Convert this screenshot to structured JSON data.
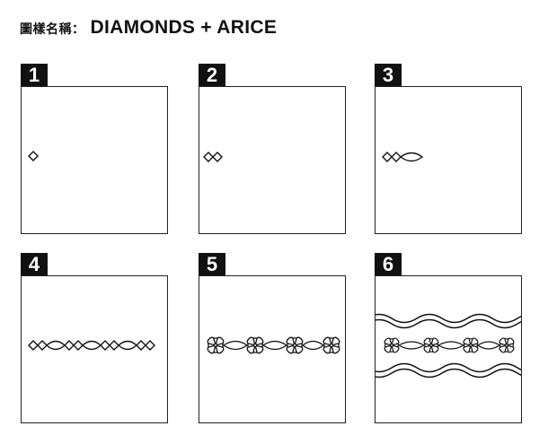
{
  "header": {
    "prefix": "圖樣名稱：",
    "pattern_name": "DIAMONDS + ARICE"
  },
  "steps": [
    {
      "number": "1"
    },
    {
      "number": "2"
    },
    {
      "number": "3"
    },
    {
      "number": "4"
    },
    {
      "number": "5"
    },
    {
      "number": "6"
    }
  ]
}
